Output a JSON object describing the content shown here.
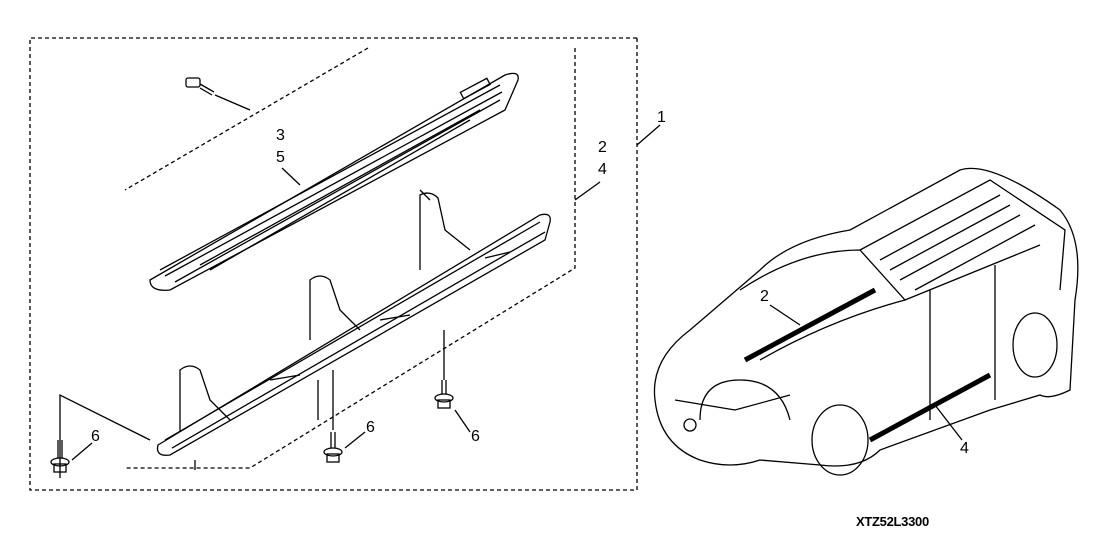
{
  "callouts": {
    "kit": "1",
    "step_assembly": "2",
    "step_assembly_alt": "4",
    "step_pad": "3",
    "step_pad_alt": "5",
    "bolt_left": "6",
    "bolt_center": "6",
    "bolt_right": "6",
    "vehicle_right_step": "2",
    "vehicle_left_step": "4"
  },
  "diagram_code": "XTZ52L3300",
  "colors": {
    "line": "#000000",
    "background": "#ffffff"
  }
}
